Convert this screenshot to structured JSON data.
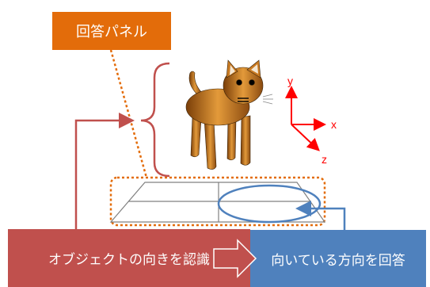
{
  "labels": {
    "answer_panel": "回答パネル",
    "recognize_orientation": "オブジェクトの向きを認識",
    "answer_direction": "向いている方向を回答"
  },
  "axes": {
    "x": "x",
    "y": "y",
    "z": "z"
  },
  "colors": {
    "orange": "#E36C0A",
    "red": "#C0504D",
    "blue": "#4F81BD",
    "axis_red": "#FF0000",
    "cat_body": "#D98A2B",
    "gray_line": "#808080"
  }
}
